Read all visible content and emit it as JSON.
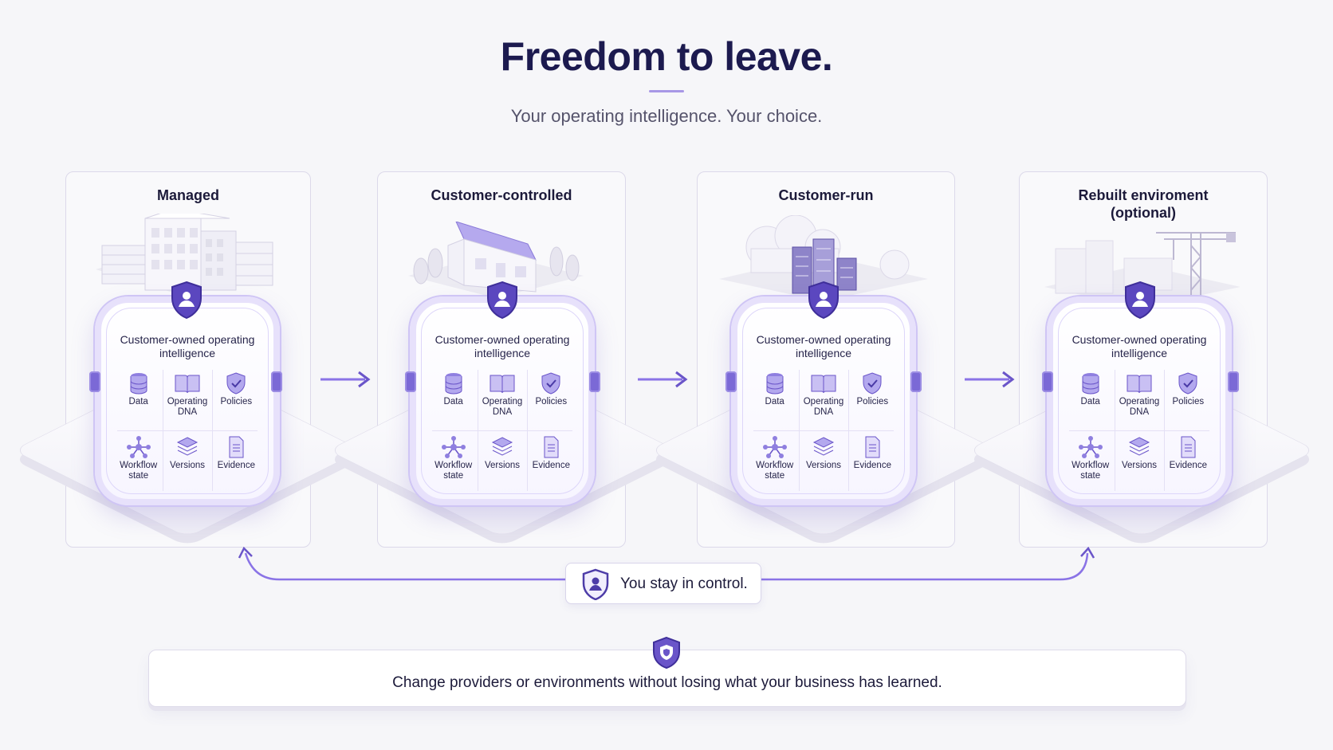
{
  "header": {
    "title": "Freedom to leave.",
    "subtitle": "Your operating intelligence. Your choice."
  },
  "card": {
    "label": "Customer-owned operating intelligence",
    "items": [
      {
        "label": "Data",
        "icon": "database-icon"
      },
      {
        "label": "Operating DNA",
        "icon": "book-icon"
      },
      {
        "label": "Policies",
        "icon": "shield-check-icon"
      },
      {
        "label": "Workflow state",
        "icon": "network-icon"
      },
      {
        "label": "Versions",
        "icon": "layers-icon"
      },
      {
        "label": "Evidence",
        "icon": "document-icon"
      }
    ]
  },
  "panels": [
    {
      "title": "Managed",
      "scene": "office-buildings"
    },
    {
      "title": "Customer-controlled",
      "scene": "house-with-trees"
    },
    {
      "title": "Customer-run",
      "scene": "cloud-servers"
    },
    {
      "title": "Rebuilt enviroment (optional)",
      "scene": "construction-crane"
    }
  ],
  "control": {
    "label": "You stay in control.",
    "icon": "shield-user-icon"
  },
  "footer": {
    "label": "Change providers or environments without losing what your business has learned.",
    "icon": "shield-icon"
  },
  "colors": {
    "accent": "#6a55c9",
    "accent_light": "#e7e1fb",
    "title": "#1c1a4f",
    "background": "#f6f6f9"
  }
}
